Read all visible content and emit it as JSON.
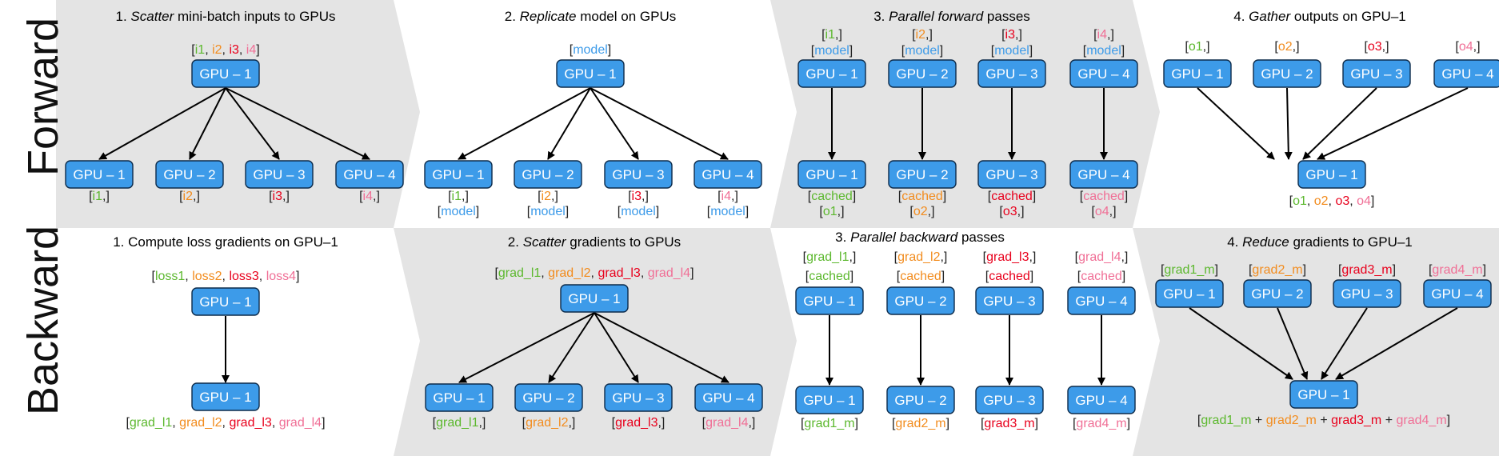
{
  "colors": {
    "band_fill": "#e4e4e4",
    "gpu_fill": "#3d9be9",
    "gpu_text": "#ffffff",
    "bracket": "#222222",
    "model": "#3d9be9",
    "c1": "#5cb82e",
    "c2": "#f28c1e",
    "c3": "#e8001c",
    "c4": "#f06f96"
  },
  "row_labels": {
    "forward": "Forward",
    "backward": "Backward"
  },
  "gpu_labels": {
    "g1": "GPU – 1",
    "g2": "GPU – 2",
    "g3": "GPU – 3",
    "g4": "GPU – 4"
  },
  "forward": {
    "step1": {
      "title_pre": "1. ",
      "title_em": "Scatter",
      "title_post": " mini-batch inputs to GPUs",
      "top_items": [
        "i1",
        "i2",
        "i3",
        "i4"
      ],
      "bottom_items": [
        "i1",
        "i2",
        "i3",
        "i4"
      ]
    },
    "step2": {
      "title_pre": "2. ",
      "title_em": "Replicate",
      "title_post": " model on GPUs",
      "top_item": "model",
      "bottom_items": [
        "i1",
        "i2",
        "i3",
        "i4"
      ],
      "bottom_model": "model"
    },
    "step3": {
      "title_pre": "3. ",
      "title_em": "Parallel forward",
      "title_post": " passes",
      "top_items": [
        "i1",
        "i2",
        "i3",
        "i4"
      ],
      "top_model": "model",
      "cached": "cached",
      "outputs": [
        "o1",
        "o2",
        "o3",
        "o4"
      ]
    },
    "step4": {
      "title_pre": "4. ",
      "title_em": "Gather",
      "title_post": " outputs on GPU–1",
      "top_items": [
        "o1",
        "o2",
        "o3",
        "o4"
      ],
      "bottom_items": [
        "o1",
        "o2",
        "o3",
        "o4"
      ]
    }
  },
  "backward": {
    "step1": {
      "title": "1. Compute loss gradients on GPU–1",
      "top_items": [
        "loss1",
        "loss2",
        "loss3",
        "loss4"
      ],
      "bottom_items": [
        "grad_l1",
        "grad_l2",
        "grad_l3",
        "grad_l4"
      ]
    },
    "step2": {
      "title_pre": "2. ",
      "title_em": "Scatter",
      "title_post": " gradients to GPUs",
      "top_items": [
        "grad_l1",
        "grad_l2",
        "grad_l3",
        "grad_l4"
      ],
      "bottom_items": [
        "grad_l1",
        "grad_l2",
        "grad_l3",
        "grad_l4"
      ]
    },
    "step3": {
      "title_pre": "3. ",
      "title_em": "Parallel backward",
      "title_post": " passes",
      "top_items": [
        "grad_l1",
        "grad_l2",
        "grad_l3",
        "grad_l4"
      ],
      "cached": "cached",
      "bottom_items": [
        "grad1_m",
        "grad2_m",
        "grad3_m",
        "grad4_m"
      ]
    },
    "step4": {
      "title_pre": "4. ",
      "title_em": "Reduce",
      "title_post": " gradients to GPU–1",
      "top_items": [
        "grad1_m",
        "grad2_m",
        "grad3_m",
        "grad4_m"
      ],
      "sum_items": [
        "grad1_m",
        "grad2_m",
        "grad3_m",
        "grad4_m"
      ],
      "plus": "+"
    }
  }
}
